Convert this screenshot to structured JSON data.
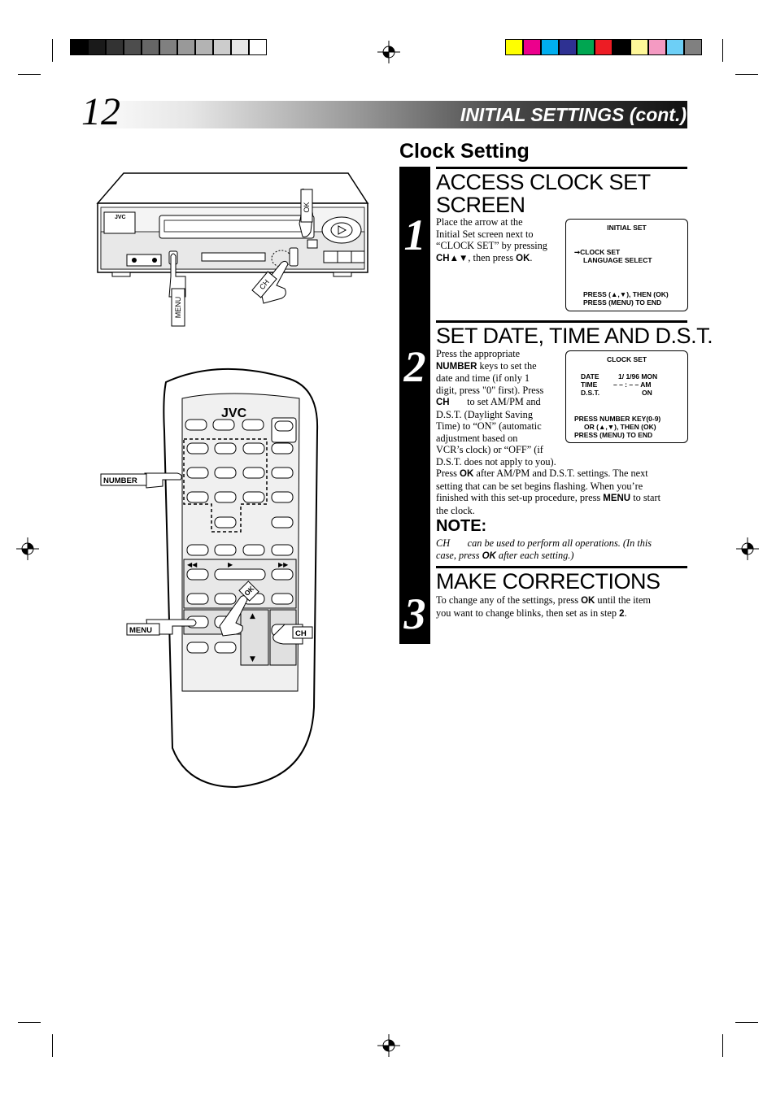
{
  "header": {
    "page_number": "12",
    "section_title": "INITIAL SETTINGS (cont.)",
    "subsection_title": "Clock Setting"
  },
  "colors": {
    "gray_bar": [
      "#000000",
      "#1a1a1a",
      "#333333",
      "#4d4d4d",
      "#666666",
      "#808080",
      "#999999",
      "#b3b3b3",
      "#cccccc",
      "#e6e6e6",
      "#ffffff"
    ],
    "color_bar": [
      "#ffff00",
      "#ec008c",
      "#00aeef",
      "#2e3192",
      "#00a651",
      "#ed1c24",
      "#000000",
      "#fff799",
      "#f49ac2",
      "#6dcff6",
      "#808080"
    ]
  },
  "steps": [
    {
      "number": "1",
      "title_line1": "ACCESS CLOCK SET",
      "title_line2": "SCREEN",
      "text": {
        "l1": "Place the arrow at the",
        "l2": "Initial Set screen next to",
        "l3": "“CLOCK SET” by pressing",
        "l4_bold1": "CH▲▼",
        "l4_mid": ", then press ",
        "l4_bold2": "OK",
        "l4_end": "."
      },
      "screen": {
        "title": "INITIAL SET",
        "line1": "➞CLOCK SET",
        "line2": "LANGUAGE SELECT",
        "line3": "PRESS (▲,▼), THEN (OK)",
        "line4": "PRESS (MENU) TO END"
      }
    },
    {
      "number": "2",
      "title": "SET DATE, TIME AND D.S.T.",
      "text": {
        "l1": "Press the appropriate",
        "l2_bold": "NUMBER",
        "l2_rest": " keys to set the",
        "l3": "date and time (if only 1",
        "l4": "digit, press \"0\" first). Press",
        "l5_bold": "CH",
        "l5_rest": "       to set AM/PM and",
        "l6": "D.S.T. (Daylight Saving",
        "l7": "Time) to “ON” (automatic",
        "l8": "adjustment based on",
        "l9": "VCR’s clock) or “OFF” (if",
        "l10": "D.S.T. does not apply to you).",
        "l11_a": "Press ",
        "l11_bold": "OK",
        "l11_b": " after AM/PM and D.S.T. settings. The next",
        "l12": "setting that can be set begins flashing. When you’re",
        "l13_a": "finished with this set-up procedure, press ",
        "l13_bold": "MENU",
        "l13_b": " to start",
        "l14": "the clock."
      },
      "screen": {
        "title": "CLOCK SET",
        "date_label": "DATE",
        "date_value": "1/ 1/96 MON",
        "time_label": "TIME",
        "time_value": "– – : – – AM",
        "dst_label": "D.S.T.",
        "dst_value": "ON",
        "line1": "PRESS NUMBER KEY(0-9)",
        "line2": "OR (▲,▼), THEN (OK)",
        "line3": "PRESS (MENU) TO END"
      }
    },
    {
      "number": "3",
      "title": "MAKE CORRECTIONS",
      "text": {
        "l1_a": "To change any of the settings, press ",
        "l1_bold": "OK",
        "l1_b": " until the item",
        "l2_a": "you want to change blinks, then set as in step ",
        "l2_bold": "2",
        "l2_b": "."
      }
    }
  ],
  "note": {
    "heading": "NOTE:",
    "l1_a": "CH",
    "l1_b": "       can be used to perform all operations. (In this",
    "l2_a": "case, press ",
    "l2_bold": "OK",
    "l2_b": " after each setting.)"
  },
  "vcr_illustration": {
    "brand": "JVC",
    "label_ok": "OK",
    "label_menu": "MENU",
    "label_ch": "CH"
  },
  "remote_illustration": {
    "brand": "JVC",
    "label_number": "NUMBER",
    "label_menu": "MENU",
    "label_ch": "CH",
    "label_ok": "OK"
  }
}
